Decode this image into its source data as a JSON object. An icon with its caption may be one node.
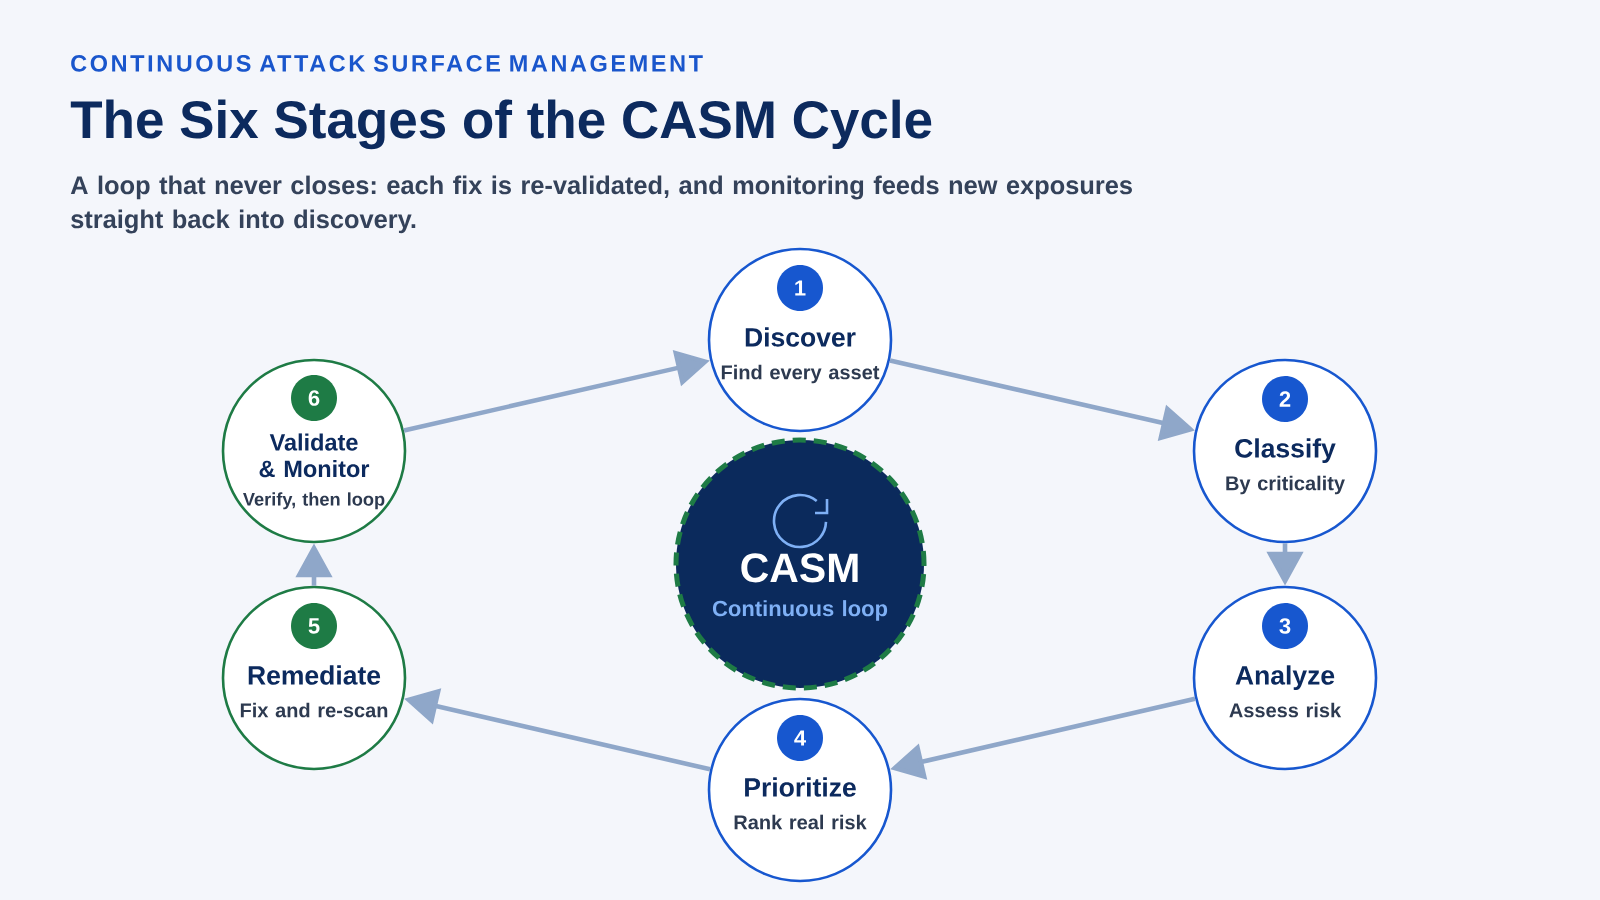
{
  "diagram": {
    "title": "The Six Stages of the CASM Cycle",
    "nodes": [
      {
        "text": [
          "Discover",
          "Find every asset"
        ]
      },
      {
        "text": [
          "1"
        ],
        "in": 0
      },
      {
        "text": [
          "Classify",
          "By criticality"
        ]
      },
      {
        "text": [
          "2"
        ],
        "in": 2
      },
      {
        "text": [
          "Analyze",
          "Assess risk"
        ]
      },
      {
        "text": [
          "3"
        ],
        "in": 4
      },
      {
        "text": [
          "Prioritize",
          "Rank real risk"
        ]
      },
      {
        "text": [
          "4"
        ],
        "in": 6
      },
      {
        "text": [
          "Remediate",
          "Fix and re-scan"
        ]
      },
      {
        "text": [
          "5"
        ],
        "in": 8
      },
      {
        "text": [
          "Validate & Monitor",
          "Verify, then loop"
        ]
      },
      {
        "text": [
          "6"
        ],
        "in": 10
      },
      {
        "text": [
          "CASM",
          "Continuous loop"
        ]
      }
    ],
    "edges": [
      {
        "from": 0,
        "to": 2,
        "arrow": "to"
      },
      {
        "from": 2,
        "to": 4,
        "arrow": "to"
      },
      {
        "from": 4,
        "to": 6,
        "arrow": "to"
      },
      {
        "from": 6,
        "to": 8,
        "arrow": "to"
      },
      {
        "from": 8,
        "to": 10,
        "arrow": "to"
      },
      {
        "from": 10,
        "to": 0,
        "arrow": "to"
      }
    ],
    "labels": [
      "CONTINUOUS ATTACK SURFACE MANAGEMENT",
      "A loop that never closes: each fix is re-validated, and monitoring feeds new exposures straight back into discovery."
    ]
  }
}
